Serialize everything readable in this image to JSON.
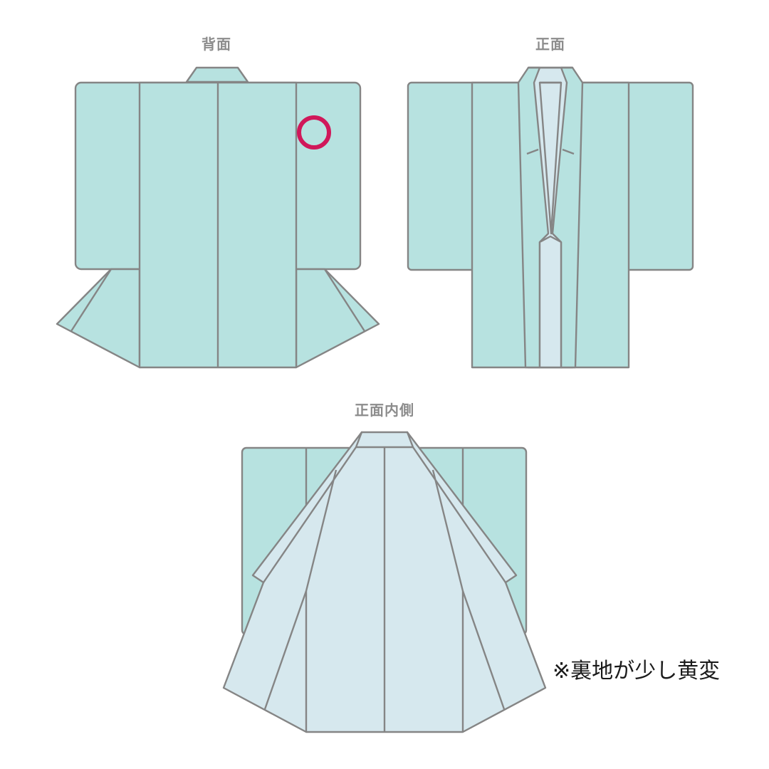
{
  "diagram": {
    "views": [
      {
        "id": "back",
        "label": "背面"
      },
      {
        "id": "front",
        "label": "正面"
      },
      {
        "id": "front_inside",
        "label": "正面内側"
      }
    ],
    "note": "※裏地が少し黄変",
    "marker": {
      "type": "circle",
      "view": "back",
      "meaning": "flaw location"
    },
    "colors": {
      "outer_fabric": "#b7e2e0",
      "lining_fabric": "#d6e8ee",
      "outline": "#858585",
      "marker": "#d0185a",
      "label_text": "#8c8c8c"
    }
  }
}
